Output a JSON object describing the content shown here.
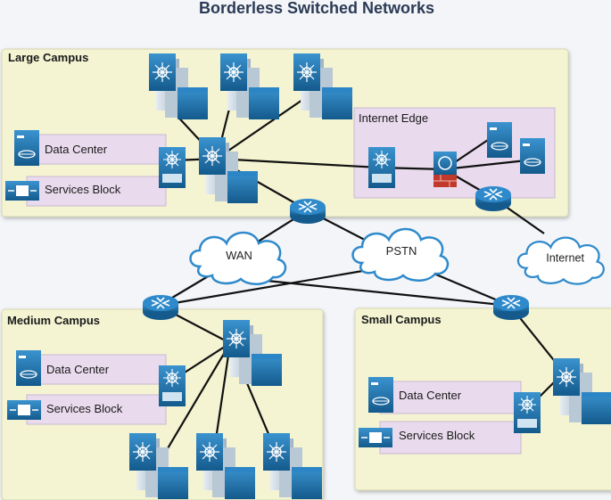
{
  "title": "Borderless Switched Networks",
  "colors": {
    "background": "#f3f5f8",
    "panel": "#f4f4d3",
    "panel_border": "#d8d8b0",
    "subpanel": "#e9dbed",
    "device_blue": "#1f77b4",
    "device_dark": "#145a8c",
    "link": "#111111",
    "firewall": "#c0392b"
  },
  "zones": {
    "large_campus": {
      "label": "Large Campus",
      "data_center": "Data Center",
      "services_block": "Services Block",
      "internet_edge": "Internet Edge"
    },
    "medium_campus": {
      "label": "Medium Campus",
      "data_center": "Data Center",
      "services_block": "Services Block"
    },
    "small_campus": {
      "label": "Small Campus",
      "data_center": "Data Center",
      "services_block": "Services Block"
    }
  },
  "clouds": {
    "wan": "WAN",
    "pstn": "PSTN",
    "internet": "Internet"
  },
  "icons": {
    "switch": "multilayer-switch-icon",
    "router": "router-icon",
    "server": "server-icon",
    "firewall": "firewall-icon",
    "service": "service-module-icon",
    "cloud": "cloud-icon"
  }
}
